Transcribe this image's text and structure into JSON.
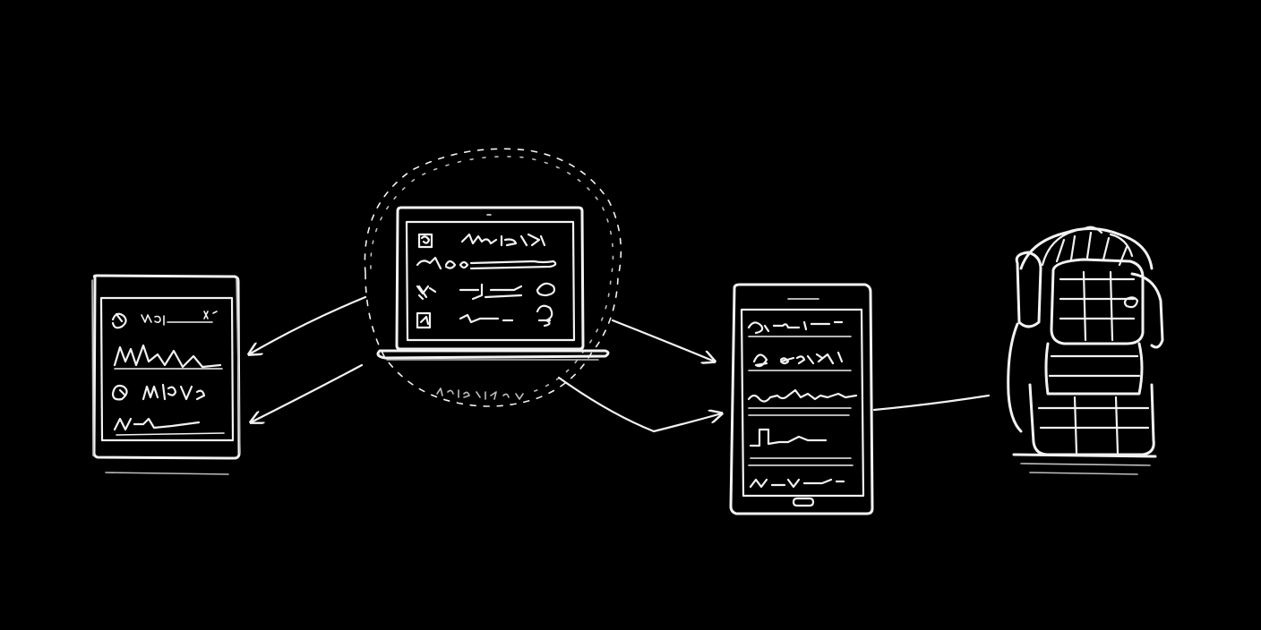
{
  "diagram": {
    "background_color": "#000000",
    "stroke_color": "#f2f2f2",
    "style": "hand-drawn chalk sketch",
    "nodes": [
      {
        "id": "tablet-left",
        "kind": "tablet",
        "label": ""
      },
      {
        "id": "laptop-center",
        "kind": "laptop",
        "label": ""
      },
      {
        "id": "phone-right",
        "kind": "smartphone",
        "label": ""
      },
      {
        "id": "robot-far-right",
        "kind": "robot",
        "label": ""
      }
    ],
    "edges": [
      {
        "from": "laptop-center",
        "to": "tablet-left",
        "direction": "to-tablet",
        "label": ""
      },
      {
        "from": "laptop-center",
        "to": "tablet-left",
        "direction": "to-tablet",
        "label": ""
      },
      {
        "from": "laptop-center",
        "to": "phone-right",
        "direction": "to-phone",
        "label": ""
      },
      {
        "from": "laptop-center",
        "to": "phone-right",
        "direction": "to-phone",
        "label": ""
      },
      {
        "from": "phone-right",
        "to": "robot-far-right",
        "direction": "to-robot",
        "label": ""
      }
    ]
  }
}
